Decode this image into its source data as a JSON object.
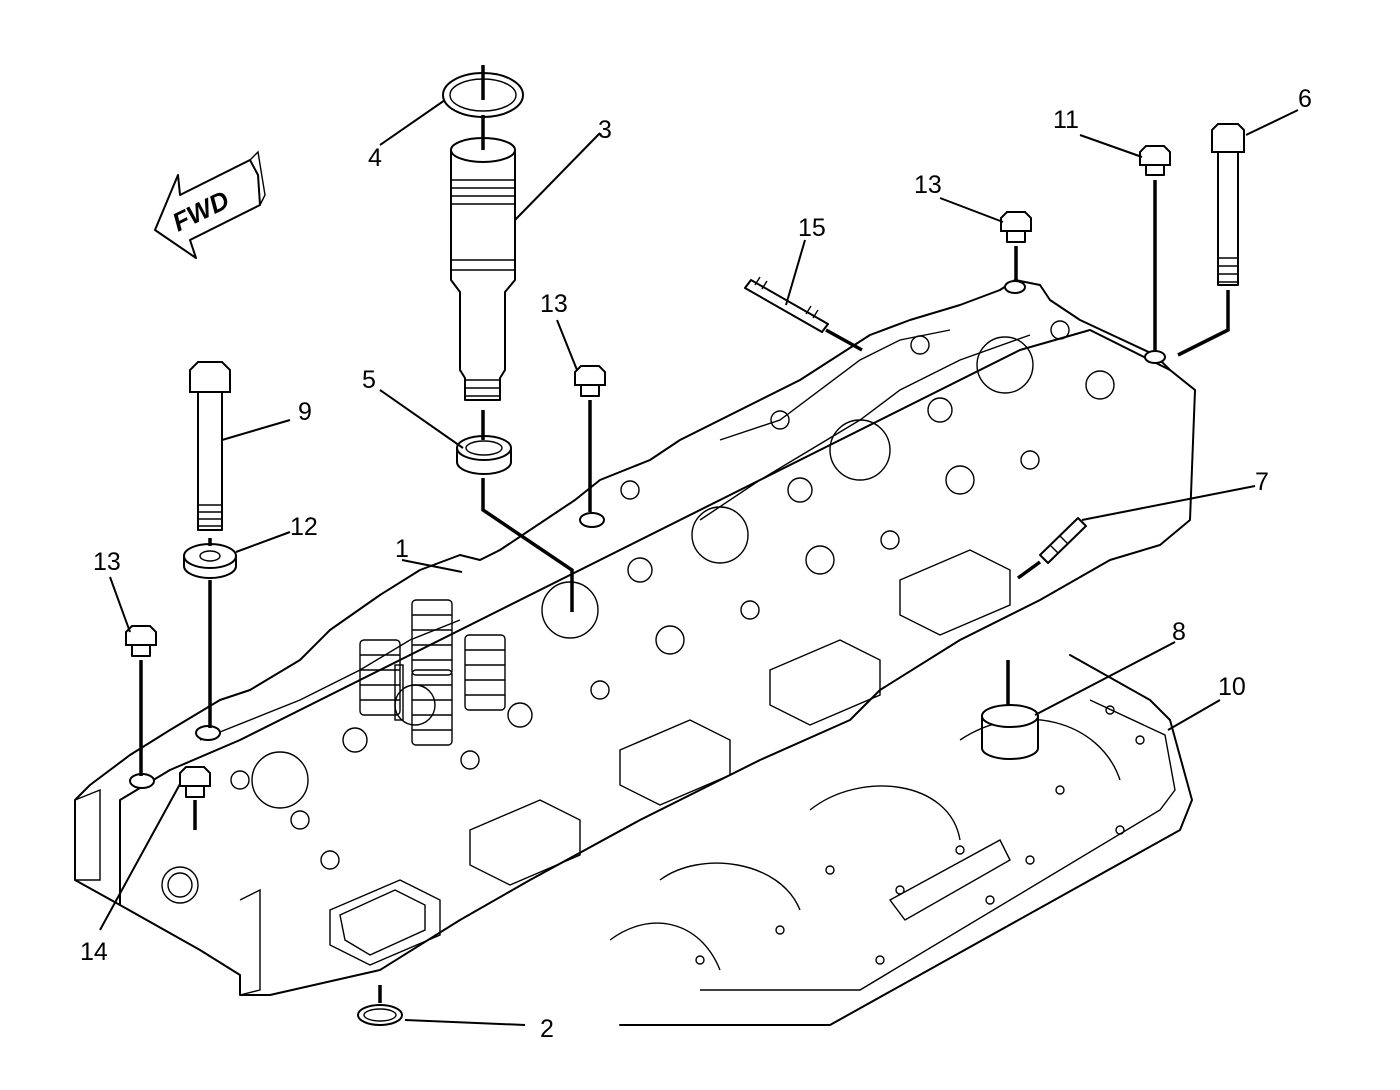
{
  "fwd_label": "FWD",
  "callouts": {
    "c1": "1",
    "c2": "2",
    "c3": "3",
    "c4": "4",
    "c5": "5",
    "c6": "6",
    "c7": "7",
    "c8": "8",
    "c9": "9",
    "c10": "10",
    "c11": "11",
    "c12": "12",
    "c13a": "13",
    "c13b": "13",
    "c13c": "13",
    "c14": "14",
    "c15": "15"
  }
}
